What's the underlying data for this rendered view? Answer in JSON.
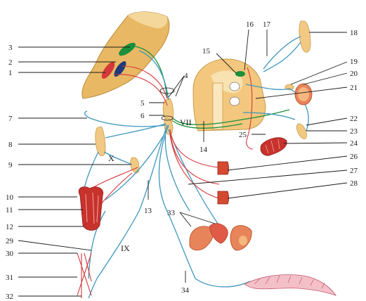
{
  "labels": {
    "n1": "1",
    "n2": "2",
    "n3": "3",
    "n4": "4",
    "n5": "5",
    "n6": "6",
    "n7": "7",
    "n8": "8",
    "n9": "9",
    "n10": "10",
    "n11": "11",
    "n12": "12",
    "n13": "13",
    "n14": "14",
    "n15": "15",
    "n16": "16",
    "n17": "17",
    "n18": "18",
    "n19": "19",
    "n20": "20",
    "n21": "21",
    "n22": "22",
    "n23": "23",
    "n24": "24",
    "n25": "25",
    "n26": "26",
    "n27": "27",
    "n28": "28",
    "n29": "29",
    "n30": "30",
    "n31": "31",
    "n32": "32",
    "n33": "33",
    "n34": "34"
  },
  "nerve_labels": {
    "vii": "VII",
    "x": "X",
    "ix": "IX"
  },
  "colors": {
    "parasympathetic_blue": "#3e97bd",
    "artery_red": "#d4383b",
    "green_fiber": "#1a8f3c",
    "ganglion_tan": "#f2c983",
    "brainstem_tan": "#e8b864",
    "muscle_red": "#c8322c"
  }
}
